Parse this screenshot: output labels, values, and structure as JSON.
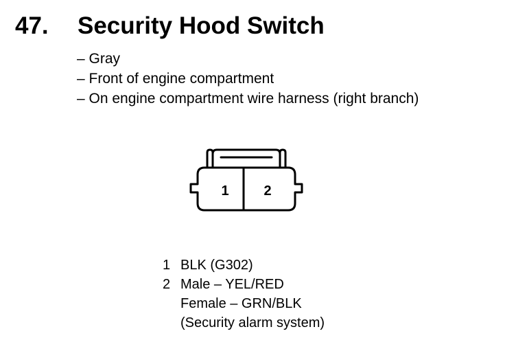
{
  "heading": {
    "number": "47.",
    "title": "Security Hood Switch"
  },
  "description": [
    "– Gray",
    "– Front of engine compartment",
    "– On engine compartment wire harness (right branch)"
  ],
  "connector": {
    "cavities": [
      "1",
      "2"
    ],
    "line_color": "#000000"
  },
  "pins": [
    {
      "number": "1",
      "lines": [
        "BLK (G302)"
      ]
    },
    {
      "number": "2",
      "lines": [
        "Male – YEL/RED",
        "Female – GRN/BLK",
        "(Security alarm system)"
      ]
    }
  ]
}
